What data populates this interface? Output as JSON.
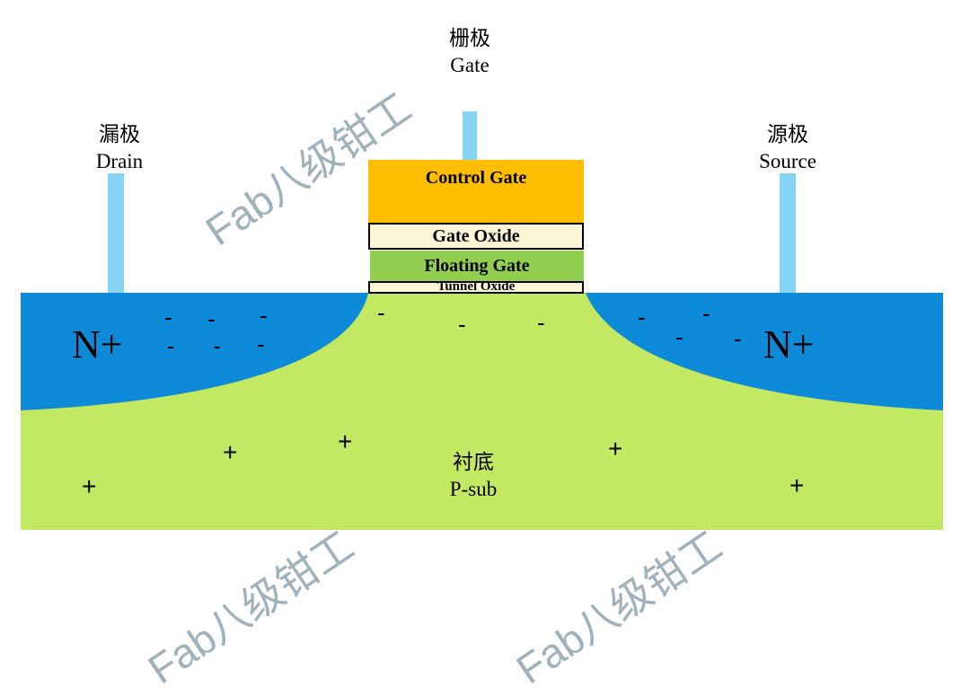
{
  "labels": {
    "gate_cn": "栅极",
    "gate_en": "Gate",
    "drain_cn": "漏极",
    "drain_en": "Drain",
    "source_cn": "源极",
    "source_en": "Source",
    "substrate_cn": "衬底",
    "substrate_en": "P-sub",
    "n_left": "N+",
    "n_right": "N+"
  },
  "layers": {
    "control_gate": "Control Gate",
    "gate_oxide": "Gate Oxide",
    "floating_gate": "Floating Gate",
    "tunnel_oxide": "Tunnel Oxide"
  },
  "charges": {
    "electron": "-",
    "hole": "+"
  },
  "watermark": "Fab八级钳工",
  "colors": {
    "n_region": "#0e8bd8",
    "substrate": "#c3e861",
    "control_gate": "#ffbd00",
    "floating_gate": "#92cf50",
    "oxide": "#fdf6d6",
    "contact": "#85d4f4"
  }
}
